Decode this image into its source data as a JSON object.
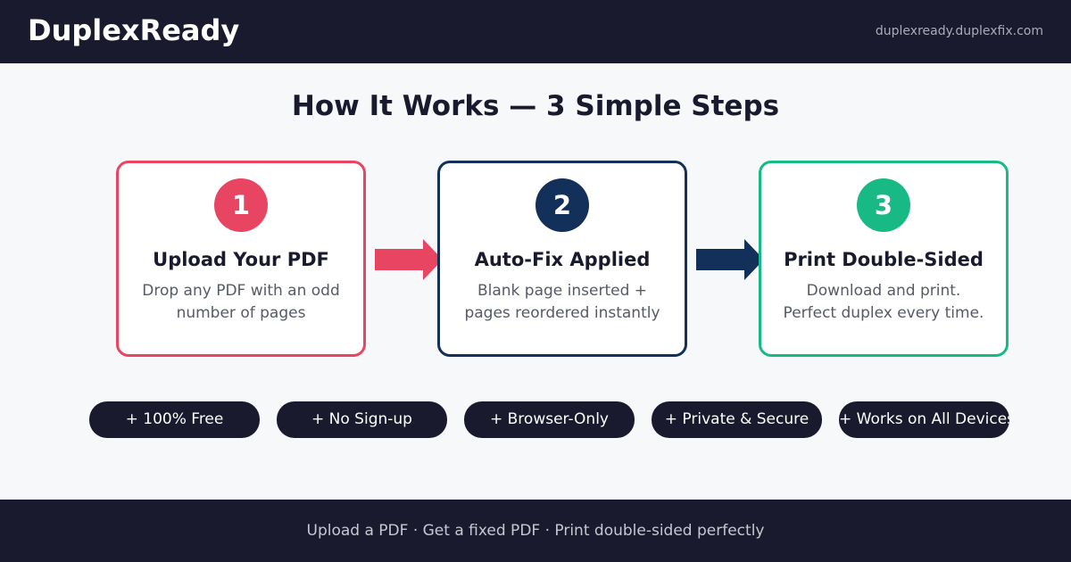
{
  "header": {
    "brand": "DuplexReady",
    "url": "duplexready.duplexfix.com"
  },
  "headline": "How It Works — 3 Simple Steps",
  "steps": [
    {
      "number": "1",
      "title": "Upload Your PDF",
      "description_lines": [
        "Drop any PDF with an odd",
        "number of pages"
      ],
      "color": "#e84563"
    },
    {
      "number": "2",
      "title": "Auto-Fix Applied",
      "description_lines": [
        "Blank page inserted +",
        "pages reordered instantly"
      ],
      "color": "#12305a"
    },
    {
      "number": "3",
      "title": "Print Double-Sided",
      "description_lines": [
        "Download and print.",
        "Perfect duplex every time."
      ],
      "color": "#18b985"
    }
  ],
  "arrows": [
    {
      "icon": "arrow-right-icon",
      "color": "#e84563"
    },
    {
      "icon": "arrow-right-icon",
      "color": "#12305a"
    }
  ],
  "features": [
    "+ 100% Free",
    "+ No Sign-up",
    "+ Browser-Only",
    "+ Private & Secure",
    "+ Works on All Devices"
  ],
  "footer": {
    "tagline": "Upload a PDF · Get a fixed PDF · Print double-sided perfectly"
  },
  "colors": {
    "dark": "#1a1a2e",
    "background": "#f7f8fa"
  }
}
